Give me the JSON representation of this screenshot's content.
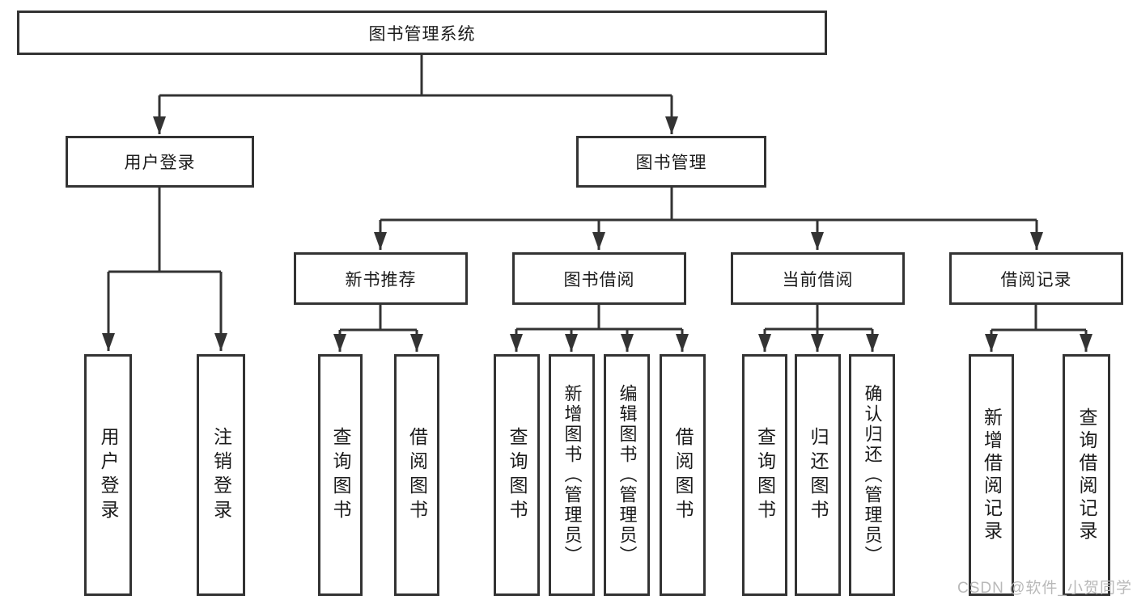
{
  "meta": {
    "background_color": "#ffffff",
    "line_color": "#333333",
    "text_color": "#1b1b1b",
    "watermark_color": "#b9b9b9"
  },
  "root": {
    "label": "图书管理系统"
  },
  "branches": [
    {
      "label": "用户登录"
    },
    {
      "label": "图书管理"
    }
  ],
  "modules": [
    {
      "label": "新书推荐"
    },
    {
      "label": "图书借阅"
    },
    {
      "label": "当前借阅"
    },
    {
      "label": "借阅记录"
    }
  ],
  "leaves": [
    {
      "label": "用户登录"
    },
    {
      "label": "注销登录"
    },
    {
      "label": "查询图书"
    },
    {
      "label": "借阅图书"
    },
    {
      "label": "查询图书"
    },
    {
      "label": "新增图书（管理员）"
    },
    {
      "label": "编辑图书（管理员）"
    },
    {
      "label": "借阅图书"
    },
    {
      "label": "查询图书"
    },
    {
      "label": "归还图书"
    },
    {
      "label": "确认归还（管理员）"
    },
    {
      "label": "新增借阅记录"
    },
    {
      "label": "查询借阅记录"
    }
  ],
  "watermark": "CSDN @软件_小贺同学"
}
